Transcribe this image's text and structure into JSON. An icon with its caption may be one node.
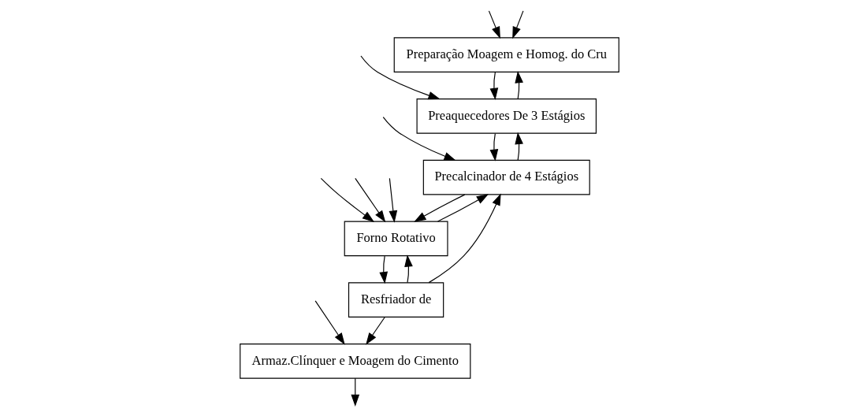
{
  "diagram": {
    "nodes": [
      {
        "text": [
          "Preparação Moagem e Homog. do Cru"
        ]
      },
      {
        "text": [
          "Preaquecedores De 3 Estágios"
        ]
      },
      {
        "text": [
          "Precalcinador de 4 Estágios"
        ]
      },
      {
        "text": [
          "Forno Rotativo"
        ]
      },
      {
        "text": [
          "Resfriador de"
        ]
      },
      {
        "text": [
          "Armaz.Clínquer e Moagem do Cimento"
        ]
      }
    ],
    "edges": [
      {
        "from": null,
        "to": 0,
        "arrow": "to"
      },
      {
        "from": null,
        "to": 0,
        "arrow": "to"
      },
      {
        "from": 0,
        "to": 1,
        "arrow": "to"
      },
      {
        "from": 1,
        "to": 0,
        "arrow": "to"
      },
      {
        "from": null,
        "to": 1,
        "arrow": "to"
      },
      {
        "from": 1,
        "to": 2,
        "arrow": "to"
      },
      {
        "from": 2,
        "to": 1,
        "arrow": "to"
      },
      {
        "from": null,
        "to": 2,
        "arrow": "to"
      },
      {
        "from": 4,
        "to": 2,
        "arrow": "to"
      },
      {
        "from": 2,
        "to": 3,
        "arrow": "to"
      },
      {
        "from": 3,
        "to": 2,
        "arrow": "to"
      },
      {
        "from": null,
        "to": 3,
        "arrow": "to"
      },
      {
        "from": null,
        "to": 3,
        "arrow": "to"
      },
      {
        "from": null,
        "to": 3,
        "arrow": "to"
      },
      {
        "from": 3,
        "to": 4,
        "arrow": "to"
      },
      {
        "from": 4,
        "to": 3,
        "arrow": "to"
      },
      {
        "from": 4,
        "to": 5,
        "arrow": "to"
      },
      {
        "from": null,
        "to": 5,
        "arrow": "to"
      },
      {
        "from": 5,
        "to": null,
        "arrow": "to"
      }
    ]
  }
}
